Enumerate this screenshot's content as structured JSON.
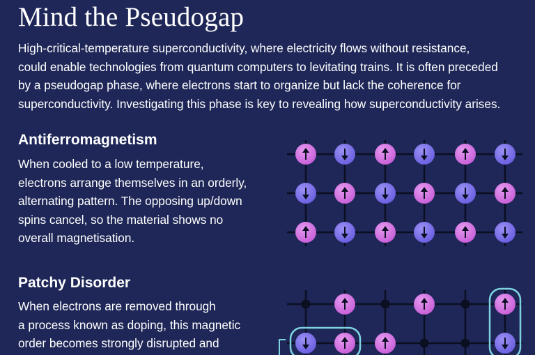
{
  "title": "Mind the Pseudogap",
  "intro_lines": [
    "High-critical-temperature superconductivity, where electricity flows without resistance,",
    "could enable technologies from quantum computers to levitating trains. It is often preceded",
    "by a pseudogap phase, where electrons start to organize but lack the coherence for",
    "superconductivity. Investigating this phase is key to revealing how superconductivity arises."
  ],
  "sections": [
    {
      "heading": "Antiferromagnetism",
      "body_lines": [
        "When cooled to a low temperature,",
        "electrons arrange themselves in an orderly,",
        "alternating pattern. The opposing up/down",
        "spins cancel, so the material shows no",
        "overall magnetisation."
      ]
    },
    {
      "heading": "Patchy Disorder",
      "body_lines": [
        "When electrons are removed through",
        "a process known as doping, this magnetic",
        "order becomes strongly disrupted and"
      ]
    }
  ],
  "colors": {
    "background": "#1e2757",
    "spin_up": "#c85fd8",
    "spin_down": "#6a5fe0",
    "lattice_line": "#0b0f22",
    "vacancy": "#0b0f22",
    "pair_outline": "#7fd3e0"
  },
  "lattices": {
    "antiferromagnetic": [
      [
        "up",
        "down",
        "up",
        "down",
        "up",
        "down"
      ],
      [
        "down",
        "up",
        "down",
        "up",
        "down",
        "up"
      ],
      [
        "up",
        "down",
        "up",
        "down",
        "up",
        "down"
      ]
    ],
    "doped": [
      [
        "hole",
        "up",
        "hole",
        "up",
        "hole",
        "up"
      ],
      [
        "down",
        "up",
        "up",
        "hole",
        "hole",
        "down"
      ]
    ],
    "doped_pairs": [
      {
        "row_start": 1,
        "row_end": 1,
        "col_start": 0,
        "col_end": 1
      },
      {
        "row_start": 0,
        "row_end": 1,
        "col_start": 5,
        "col_end": 5
      }
    ]
  }
}
